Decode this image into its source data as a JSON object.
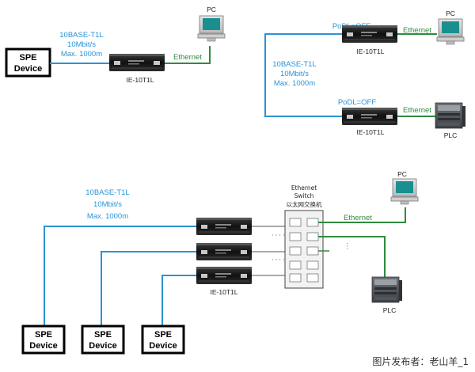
{
  "top_left": {
    "spe_device": [
      "SPE",
      "Device"
    ],
    "link_spec": [
      "10BASE-T1L",
      "10Mbit/s",
      "Max. 1000m"
    ],
    "converter_label": "IE-10T1L",
    "ethernet_label": "Ethernet",
    "pc_label": "PC"
  },
  "top_right": {
    "podl_top": "PoDL=OFF",
    "podl_bottom": "PoDL=OFF",
    "ethernet_top": "Ethernet",
    "ethernet_bottom": "Ethernet",
    "converter_top": "IE-10T1L",
    "converter_bottom": "IE-10T1L",
    "link_spec": [
      "10BASE-T1L",
      "10Mbit/s",
      "Max. 1000m"
    ],
    "pc_label": "PC",
    "plc_label": "PLC"
  },
  "bottom": {
    "link_spec": [
      "10BASE-T1L",
      "10Mbit/s",
      "Max. 1000m"
    ],
    "switch_label": [
      "Ethernet",
      "Switch",
      "以太网交换机"
    ],
    "ethernet_label": "Ethernet",
    "converter_label": "IE-10T1L",
    "pc_label": "PC",
    "plc_label": "PLC",
    "spe_devices": [
      [
        "SPE",
        "Device"
      ],
      [
        "SPE",
        "Device"
      ],
      [
        "SPE",
        "Device"
      ]
    ]
  },
  "watermark": "图片发布者：老山羊_1",
  "colors": {
    "spe_link": "#2a93d5",
    "ethernet_link": "#2e8b3e",
    "converter_body": "#1a1a1a"
  }
}
